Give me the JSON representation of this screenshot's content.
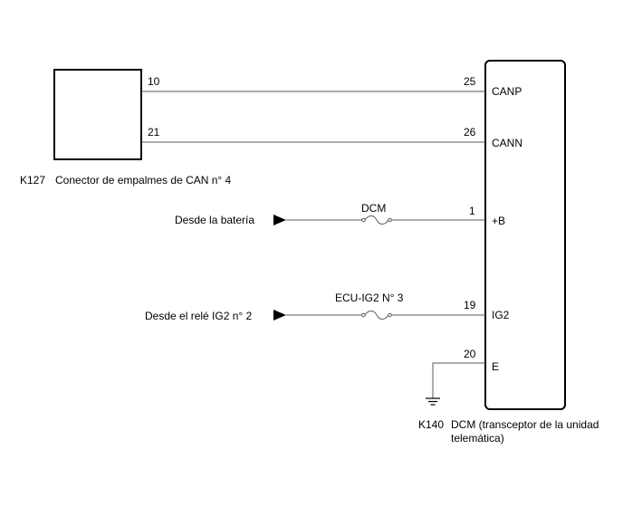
{
  "connector_k127": {
    "id": "K127",
    "name": "Conector de empalmes de CAN n° 4",
    "pins": [
      "10",
      "21"
    ]
  },
  "ecu_k140": {
    "id": "K140",
    "name_line1": "DCM (transceptor de la unidad",
    "name_line2": "telemática)",
    "pins": [
      {
        "num": "25",
        "label": "CANP"
      },
      {
        "num": "26",
        "label": "CANN"
      },
      {
        "num": "1",
        "label": "+B"
      },
      {
        "num": "19",
        "label": "IG2"
      },
      {
        "num": "20",
        "label": "E"
      }
    ]
  },
  "sources": {
    "battery": "Desde la batería",
    "relay": "Desde el relé IG2 n° 2"
  },
  "fuses": {
    "dcm": "DCM",
    "ecu_ig2": "ECU-IG2 N° 3"
  },
  "icons": [
    "ground-icon",
    "fuse-icon",
    "arrow-icon"
  ]
}
